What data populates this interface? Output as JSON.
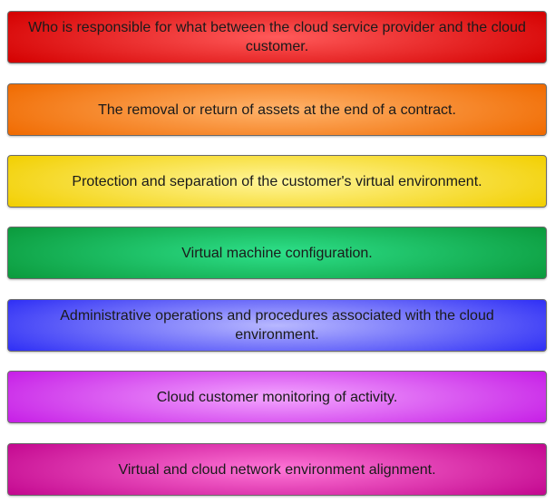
{
  "items": [
    {
      "text": "Who is responsible for what between the cloud service provider and the cloud customer.",
      "center_color": "#ff5a5a",
      "edge_color": "#d40000"
    },
    {
      "text": "The removal or return of assets at the end of a contract.",
      "center_color": "#ffb36b",
      "edge_color": "#f06a00"
    },
    {
      "text": "Protection and separation of the customer's virtual environment.",
      "center_color": "#fff59a",
      "edge_color": "#f2cf00"
    },
    {
      "text": "Virtual machine configuration.",
      "center_color": "#2ee08a",
      "edge_color": "#0b9a3c"
    },
    {
      "text": "Administrative operations and procedures associated with the cloud environment.",
      "center_color": "#b8b8ff",
      "edge_color": "#2f2ff5"
    },
    {
      "text": "Cloud customer monitoring of activity.",
      "center_color": "#f3a6ff",
      "edge_color": "#c61ee6"
    },
    {
      "text": "Virtual and cloud network environment alignment.",
      "center_color": "#ff76d7",
      "edge_color": "#c3078f"
    }
  ]
}
